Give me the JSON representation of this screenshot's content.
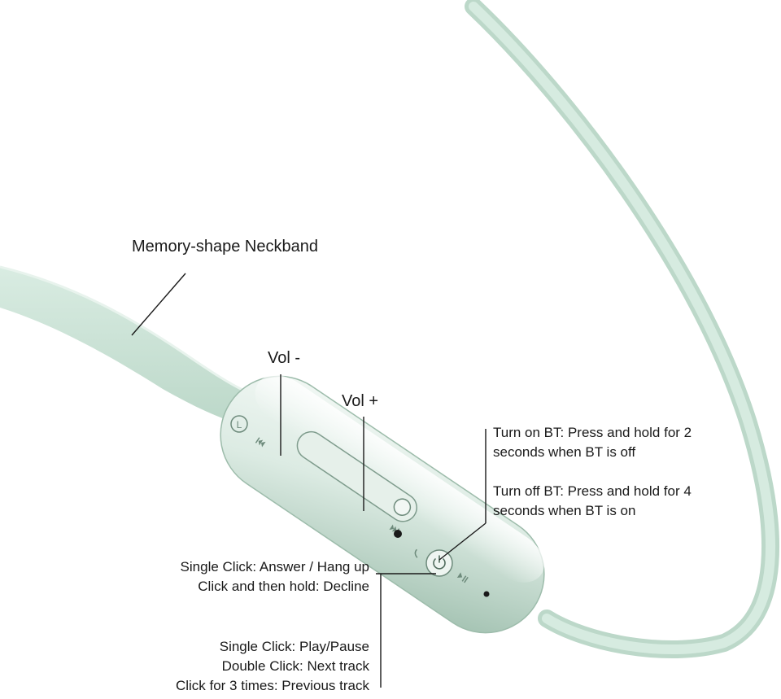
{
  "colors": {
    "band": "#cfe6da",
    "band_shadow": "#b5d4c4",
    "controller_body": "#dcebe3",
    "controller_highlight": "#f3f8f5",
    "controller_shade": "#a9c7b8",
    "leader_line": "#1a1a1a"
  },
  "labels": {
    "neckband": "Memory-shape Neckband",
    "vol_minus": "Vol -",
    "vol_plus": "Vol +",
    "bt_on": [
      "Turn on BT: Press and hold for 2",
      "seconds when BT is off"
    ],
    "bt_off": [
      "Turn off BT: Press and hold for 4",
      "seconds when BT is on"
    ],
    "call": [
      "Single Click: Answer / Hang up",
      "Click and then hold: Decline"
    ],
    "media": [
      "Single Click: Play/Pause",
      "Double Click: Next track",
      "Click for 3 times: Previous track"
    ]
  },
  "icons": {
    "left_marker": "L",
    "power": "power-icon",
    "play_pause": "play-pause-icon",
    "prev": "previous-track-icon",
    "next": "next-track-icon",
    "microphone": "microphone-hole-icon"
  }
}
